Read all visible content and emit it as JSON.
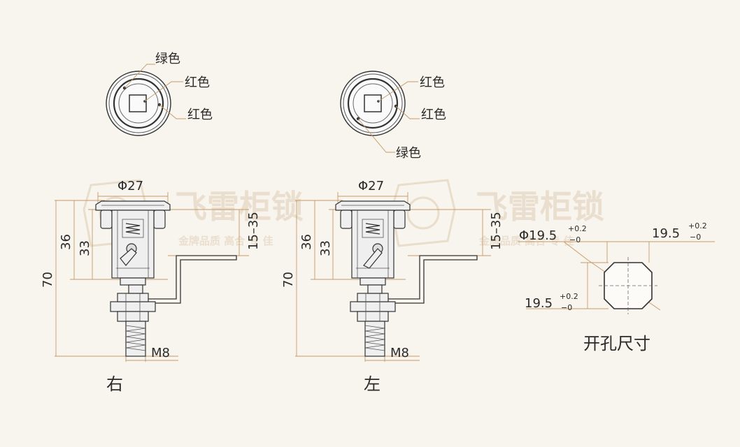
{
  "watermark": {
    "brand": "飞雷柜锁",
    "slogan": "金牌品质 高合 专 佳"
  },
  "labels": {
    "green": "绿色",
    "red": "红色"
  },
  "right_lock": {
    "caption": "右",
    "dia": "Φ27",
    "h36": "36",
    "h33": "33",
    "h70": "70",
    "range": "15–35",
    "thread": "M8"
  },
  "left_lock": {
    "caption": "左",
    "dia": "Φ27",
    "h36": "36",
    "h33": "33",
    "h70": "70",
    "range": "15–35",
    "thread": "M8"
  },
  "cutout": {
    "title": "开孔尺寸",
    "dia_label": "Φ19.5",
    "width_label": "19.5",
    "height_label": "19.5",
    "tol_plus": "+0.2",
    "tol_minus": "−0"
  },
  "colors": {
    "background": "#f8f4ee",
    "leader": "#c79a64",
    "line": "#333333",
    "watermark": "#eadfcf"
  }
}
